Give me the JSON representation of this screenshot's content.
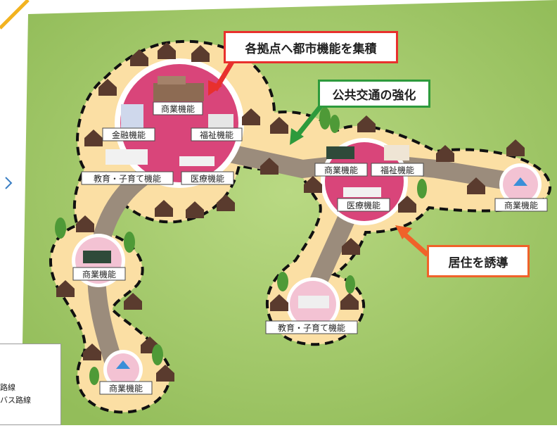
{
  "colors": {
    "background_green": "#a7cc6e",
    "zone_fill": "#fbdfa4",
    "zone_border": "#111111",
    "road": "#9b8c7c",
    "hub_pink": "#d9457a",
    "hub_pink_light": "#f3c2d3",
    "house_roof": "#5a3b2e",
    "tree": "#4e9a37",
    "callout_red": "#e8302d",
    "callout_green": "#2d9a3c",
    "callout_orange": "#f0622a",
    "label_border": "#4a4a4a"
  },
  "callouts": {
    "concentrate": "各拠点へ都市機能を集積",
    "transit": "公共交通の強化",
    "residence": "居住を誘導"
  },
  "facility_labels": {
    "big_commerce": "商業機能",
    "big_finance": "金融機能",
    "big_welfare": "福祉機能",
    "big_education": "教育・子育て機能",
    "big_medical": "医療機能",
    "mid_commerce": "商業機能",
    "mid_welfare": "福祉機能",
    "mid_medical": "医療機能",
    "right_commerce": "商業機能",
    "left_commerce": "商業機能",
    "bottom_commerce": "商業機能",
    "south_education": "教育・子育て機能"
  },
  "legend": {
    "line_1": "路線",
    "line_2": "バス路線"
  },
  "icons": {
    "house": "house-icon",
    "tree": "tree-icon",
    "building": "building-icon",
    "arrow": "arrow-icon",
    "chevron": "chevron-right-icon"
  }
}
